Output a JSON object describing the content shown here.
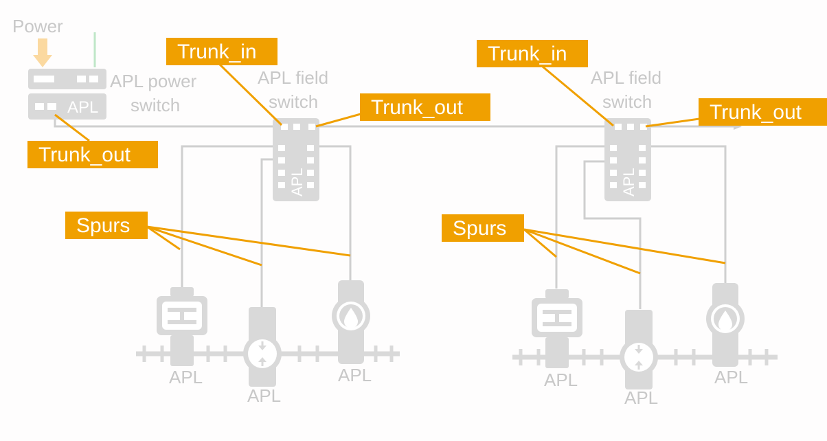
{
  "colors": {
    "background": "#fefdfd",
    "device_gray": "#d9d9d9",
    "line_gray": "#cfcfcf",
    "label_gray": "#c8c8c8",
    "callout_orange": "#f0a000",
    "callout_text": "#ffffff",
    "power_arrow": "#fbd9a0",
    "power_line_green": "#bfe6c8"
  },
  "labels": {
    "power": "Power",
    "power_switch_line1": "APL power",
    "power_switch_line2": "switch",
    "power_switch_apl": "APL",
    "field_switch_line1": "APL field",
    "field_switch_line2": "switch",
    "field_switch_apl": "APL",
    "device_apl": "APL"
  },
  "callouts": {
    "trunk_in": "Trunk_in",
    "trunk_out": "Trunk_out",
    "spurs": "Spurs"
  },
  "icons": {
    "power_arrow": "arrow-down-icon",
    "level_sensor": "level-sensor-icon",
    "flow_meter": "flow-meter-icon",
    "liquid_sensor": "water-drop-icon"
  }
}
